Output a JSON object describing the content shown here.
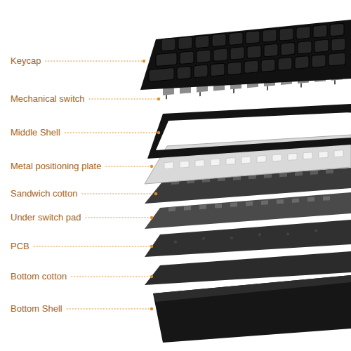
{
  "diagram": {
    "labels": [
      "Keycap",
      "Mechanical switch",
      "Middle Shell",
      "Metal positioning plate",
      "Sandwich cotton",
      "Under switch pad",
      "PCB",
      "Bottom cotton",
      "Bottom Shell"
    ]
  }
}
